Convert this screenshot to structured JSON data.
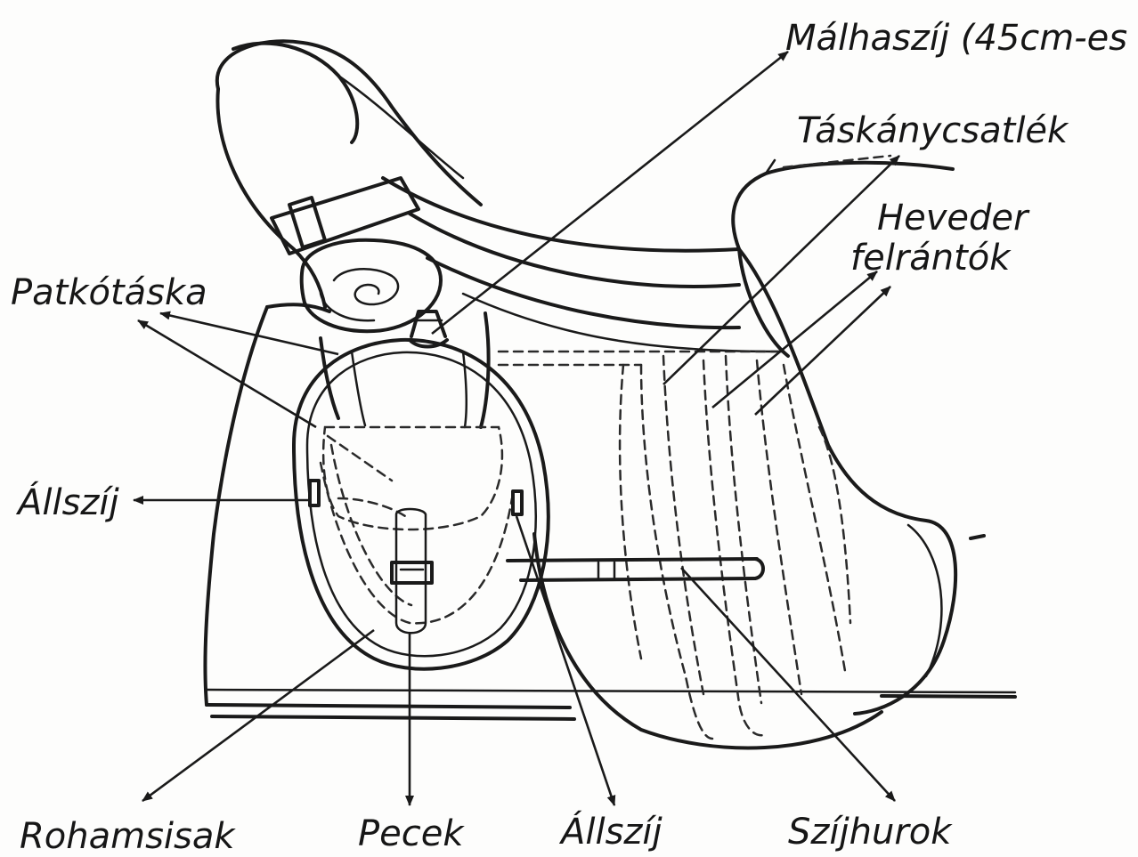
{
  "labels": {
    "malhaszij": "Málhaszíj (45cm-es",
    "taskanycsatlek": "Táskánycsatlék",
    "heveder_line1": "Heveder",
    "heveder_line2": "felrántók",
    "patkotaska": "Patkótáska",
    "allszij_left": "Állszíj",
    "rohamsisak": "Rohamsisak",
    "pecek": "Pecek",
    "allszij_bottom": "Állszíj",
    "szijhurok": "Szíjhurok"
  }
}
